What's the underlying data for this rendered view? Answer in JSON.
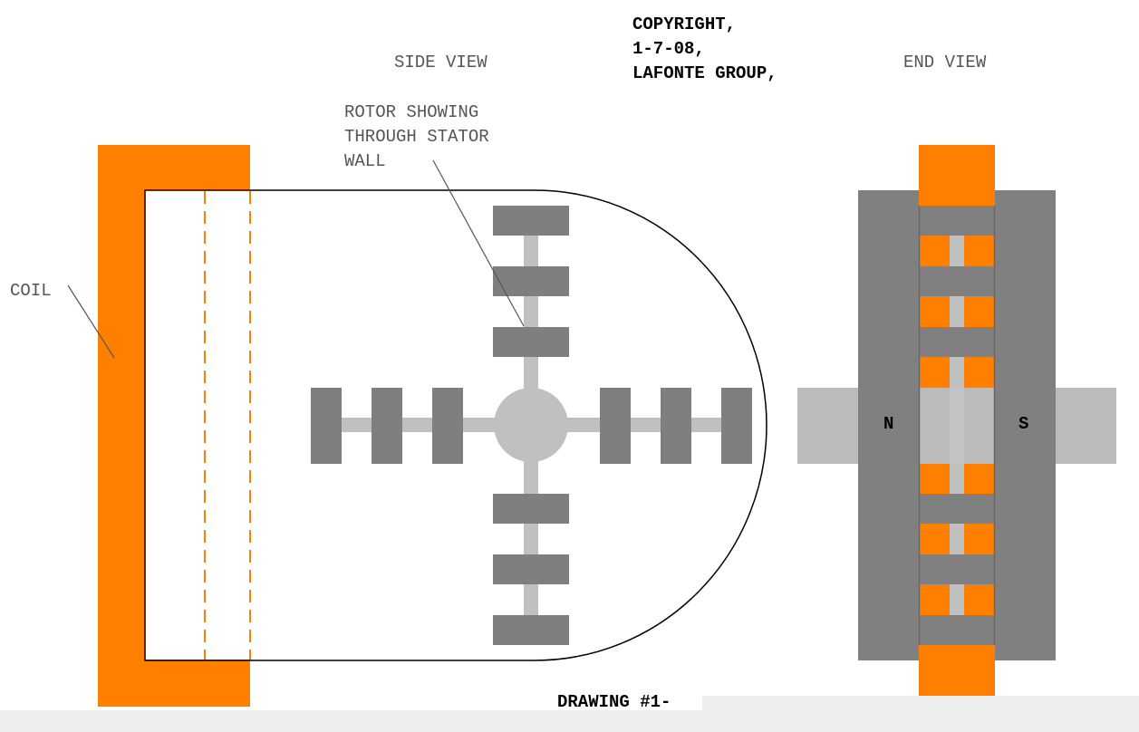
{
  "labels": {
    "side_view": "SIDE VIEW",
    "end_view": "END VIEW",
    "copyright": [
      "COPYRIGHT,",
      "1-7-08,",
      "LAFONTE GROUP,"
    ],
    "rotor_note": [
      "ROTOR SHOWING",
      "THROUGH STATOR",
      "WALL"
    ],
    "coil": "COIL",
    "north": "N",
    "south": "S",
    "drawing": "DRAWING #1-"
  },
  "colors": {
    "coil": "#ff8000",
    "rotor_dark": "#7f7f7f",
    "rotor_light": "#c0c0c0",
    "shaft": "#bbbbbb",
    "magnet": "#808080"
  }
}
